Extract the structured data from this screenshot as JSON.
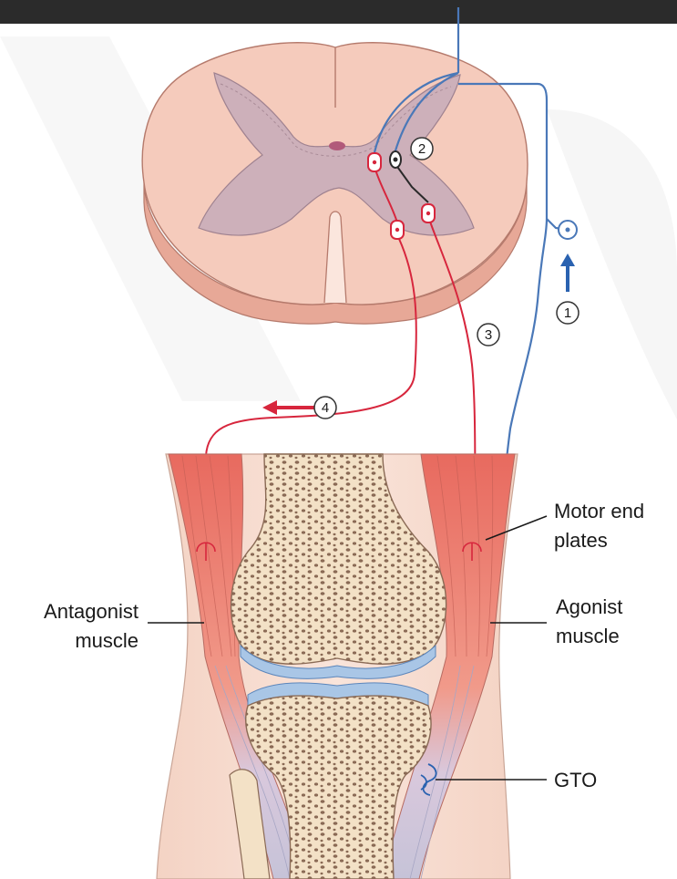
{
  "labels": {
    "motor_end_plates_line1": "Motor end",
    "motor_end_plates_line2": "plates",
    "antagonist_line1": "Antagonist",
    "antagonist_line2": "muscle",
    "agonist_line1": "Agonist",
    "agonist_line2": "muscle",
    "gto": "GTO"
  },
  "markers": {
    "m1": "1",
    "m2": "2",
    "m3": "3",
    "m4": "4"
  },
  "colors": {
    "header_bar": "#2b2b2b",
    "cord_fill": "#f3c6b6",
    "grey_matter": "#c9a9b3",
    "motor_neuron_red": "#d7263d",
    "afferent_blue": "#4a78b8",
    "muscle_red": "#e97a6e",
    "tendon": "#c9c9dc",
    "bone": "#f1dcc0",
    "skin": "#f6ddd0",
    "cartilage": "#a9c6e6"
  }
}
